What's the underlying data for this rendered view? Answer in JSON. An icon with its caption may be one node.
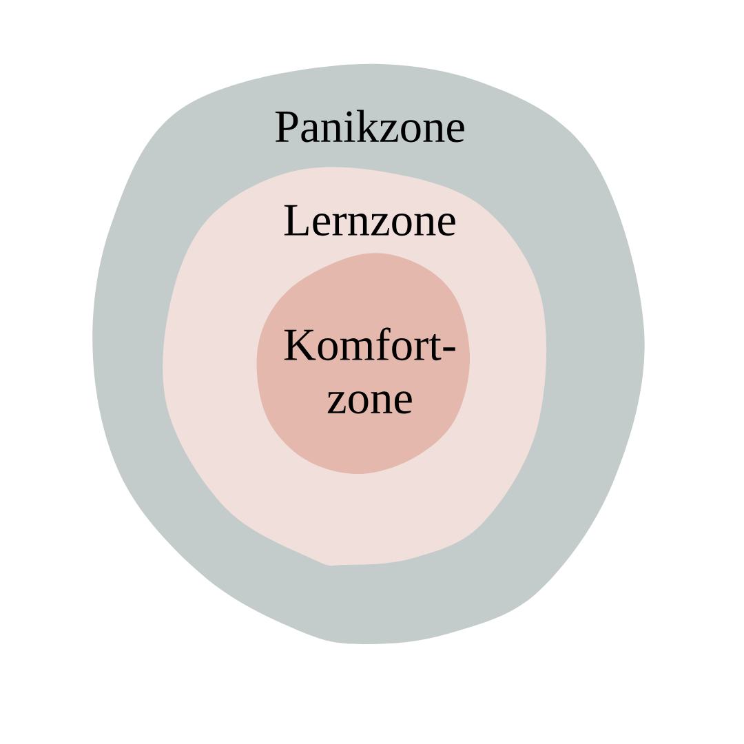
{
  "diagram": {
    "nodes": [
      {
        "text": [
          "Panikzone"
        ]
      },
      {
        "text": [
          "Lernzone"
        ],
        "in": 0
      },
      {
        "text": [
          "Komfort- zone"
        ],
        "in": 1
      }
    ]
  }
}
